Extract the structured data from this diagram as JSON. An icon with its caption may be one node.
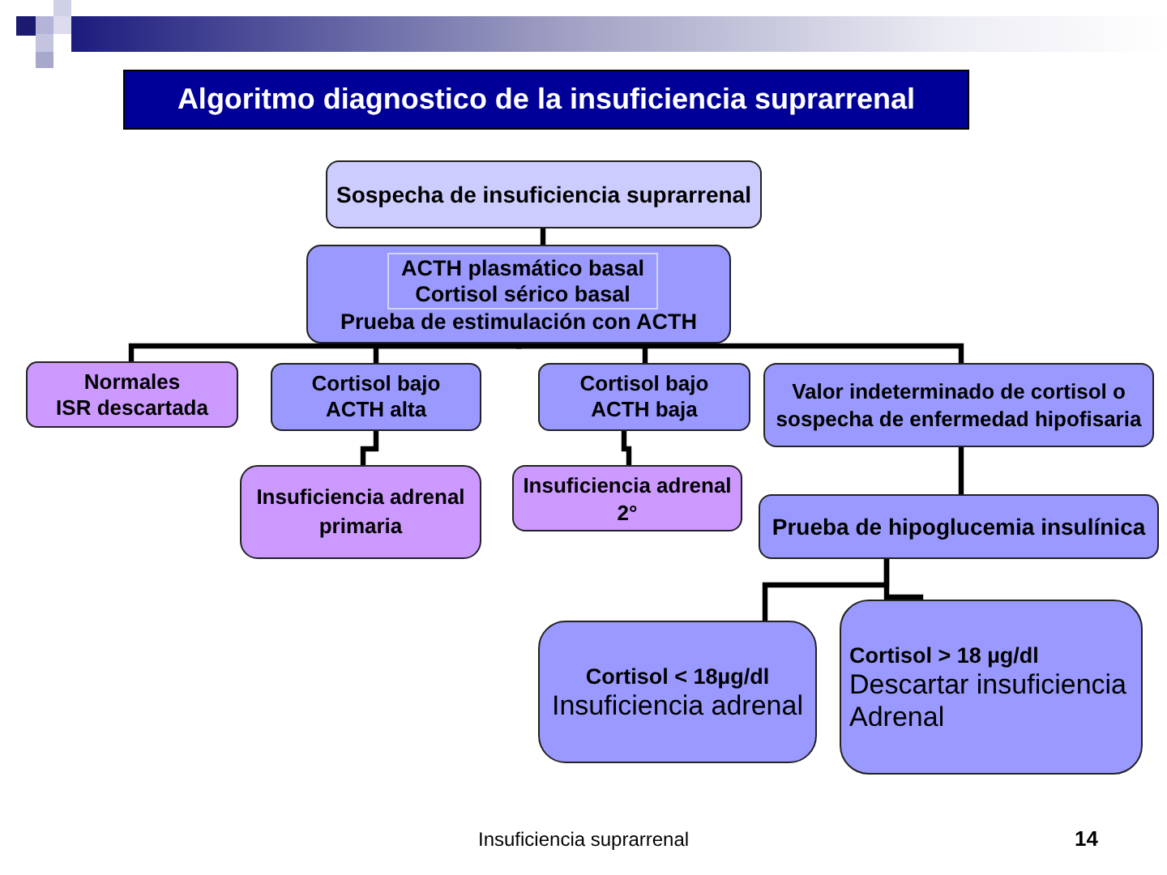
{
  "diagram": {
    "title": "Algoritmo diagnostico de la insuficiencia suprarrenal",
    "nodes": [
      {
        "text": [
          "Sospecha de insuficiencia suprarrenal"
        ]
      },
      {
        "text": [
          "Prueba de estimulación con ACTH"
        ]
      },
      {
        "text": [
          "ACTH plasmático basal",
          "Cortisol sérico basal"
        ],
        "in": 1
      },
      {
        "text": [
          "Normales",
          "ISR descartada"
        ]
      },
      {
        "text": [
          "Cortisol bajo",
          "ACTH alta"
        ]
      },
      {
        "text": [
          "Cortisol bajo",
          "ACTH baja"
        ]
      },
      {
        "text": [
          "Valor indeterminado de cortisol o sospecha de enfermedad hipofisaria"
        ]
      },
      {
        "text": [
          "Insuficiencia adrenal primaria"
        ]
      },
      {
        "text": [
          "Insuficiencia adrenal 2°"
        ]
      },
      {
        "text": [
          "Prueba de hipoglucemia insulínica"
        ]
      },
      {
        "text": [
          "Cortisol < 18µg/dl",
          "Insuficiencia adrenal"
        ]
      },
      {
        "text": [
          "Cortisol > 18 µg/dl",
          "Descartar insuficiencia Adrenal"
        ]
      }
    ],
    "edges": [
      {
        "from": 0,
        "to": 1,
        "arrow": "none"
      },
      {
        "from": 1,
        "to": 3,
        "arrow": "none"
      },
      {
        "from": 1,
        "to": 4,
        "arrow": "none"
      },
      {
        "from": 1,
        "to": 5,
        "arrow": "none"
      },
      {
        "from": 1,
        "to": 6,
        "arrow": "none"
      },
      {
        "from": 4,
        "to": 7,
        "arrow": "none"
      },
      {
        "from": 5,
        "to": 8,
        "arrow": "none"
      },
      {
        "from": 6,
        "to": 9,
        "arrow": "none"
      },
      {
        "from": 9,
        "to": 10,
        "arrow": "none"
      },
      {
        "from": 9,
        "to": 11,
        "arrow": "none"
      }
    ],
    "labels": [
      "Insuficiencia suprarrenal",
      "14"
    ]
  }
}
